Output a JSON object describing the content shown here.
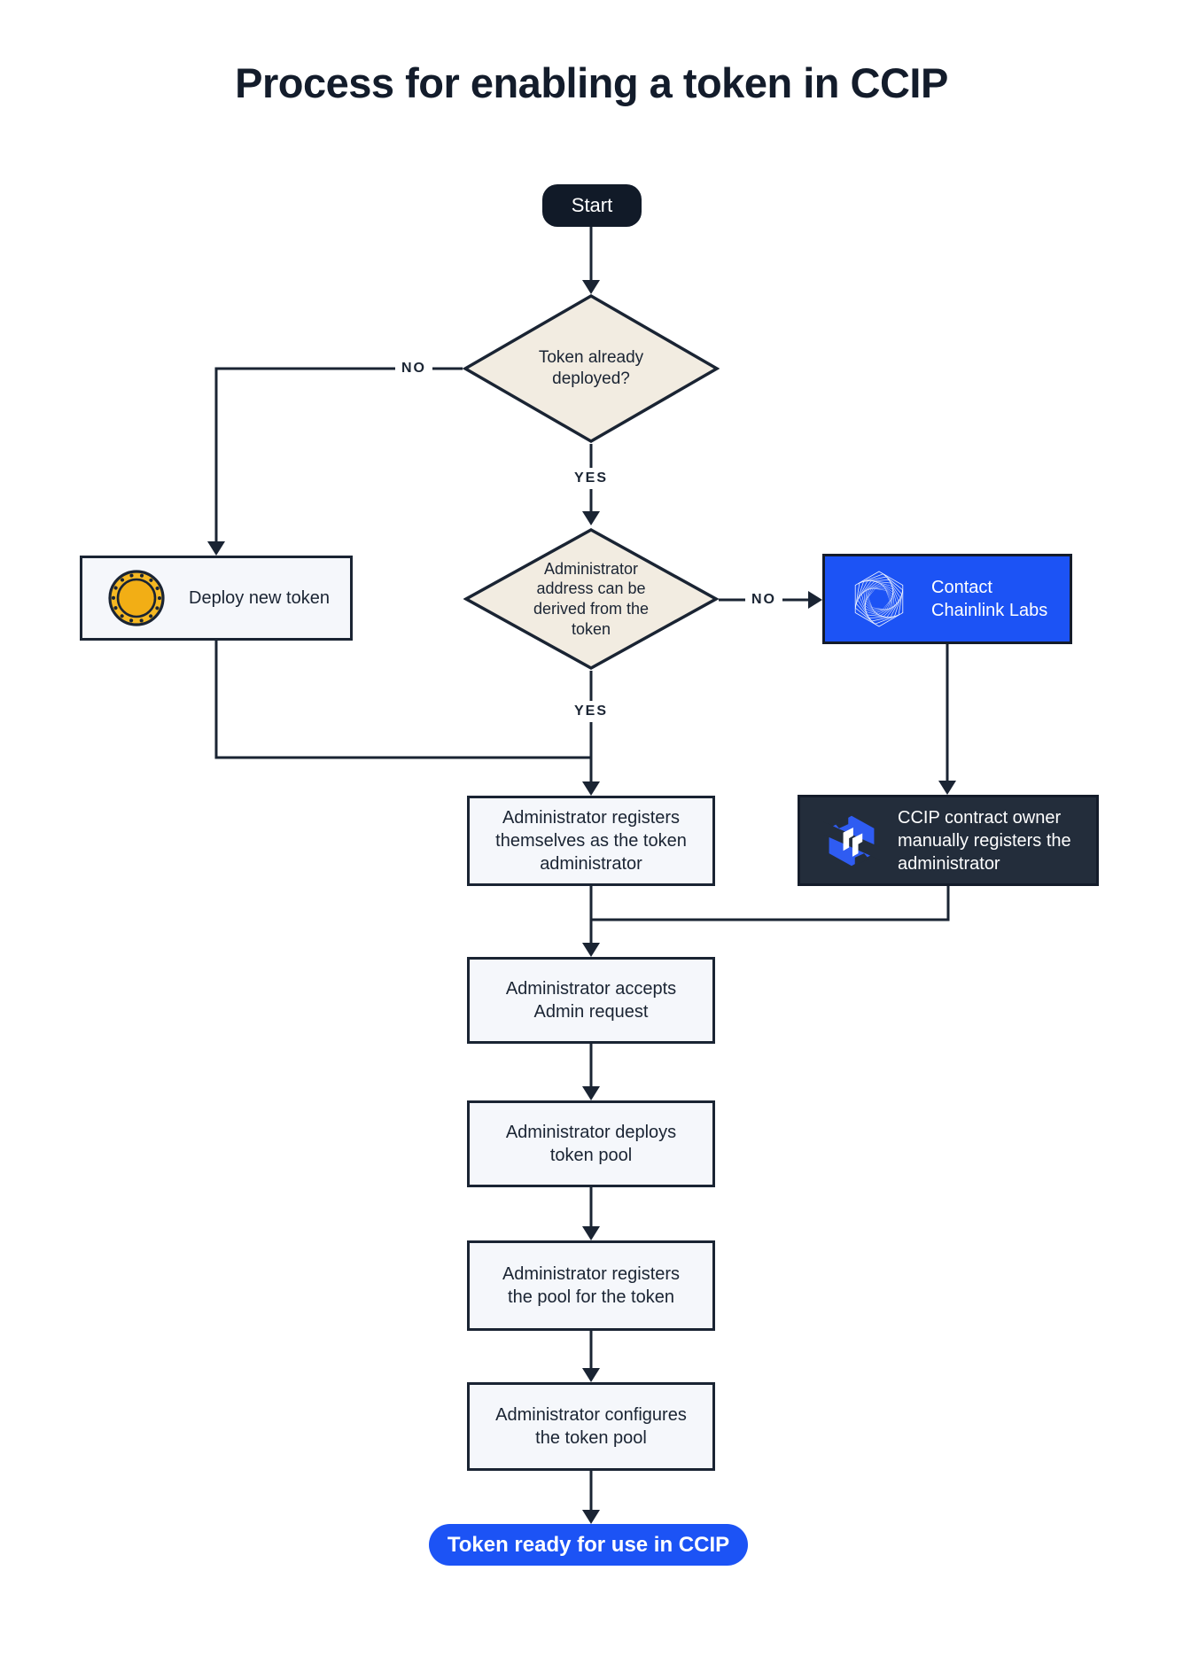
{
  "title": "Process for enabling a token in CCIP",
  "nodes": {
    "start": {
      "label": "Start"
    },
    "token_deployed": {
      "label": "Token already deployed?"
    },
    "deploy_new_token": {
      "label": "Deploy new token",
      "icon": "coin-icon"
    },
    "admin_derivable": {
      "label": "Administrator address can be derived from the token"
    },
    "contact_chainlink": {
      "label": "Contact Chainlink Labs",
      "icon": "chainlink-spiral-icon"
    },
    "ccip_owner_registers": {
      "label": "CCIP contract owner manually registers the administrator",
      "icon": "ccip-cube-icon"
    },
    "admin_registers_self": {
      "label": "Administrator registers themselves as the token administrator"
    },
    "admin_accepts": {
      "label": "Administrator accepts Admin request"
    },
    "admin_deploys_pool": {
      "label": "Administrator deploys token pool"
    },
    "admin_registers_pool": {
      "label": "Administrator registers the pool for the token"
    },
    "admin_configures_pool": {
      "label": "Administrator configures the token pool"
    },
    "token_ready": {
      "label": "Token ready for use in CCIP"
    }
  },
  "edge_labels": {
    "no_deployed": "NO",
    "yes_deployed": "YES",
    "no_derivable": "NO",
    "yes_derivable": "YES"
  },
  "colors": {
    "accent_blue": "#1C53F5",
    "line_dark_navy": "#1A2433",
    "panel_dark": "#232D3B",
    "diamond_fill": "#F2ECE1",
    "box_fill": "#F5F7FB",
    "coin_gold": "#F5B822"
  }
}
